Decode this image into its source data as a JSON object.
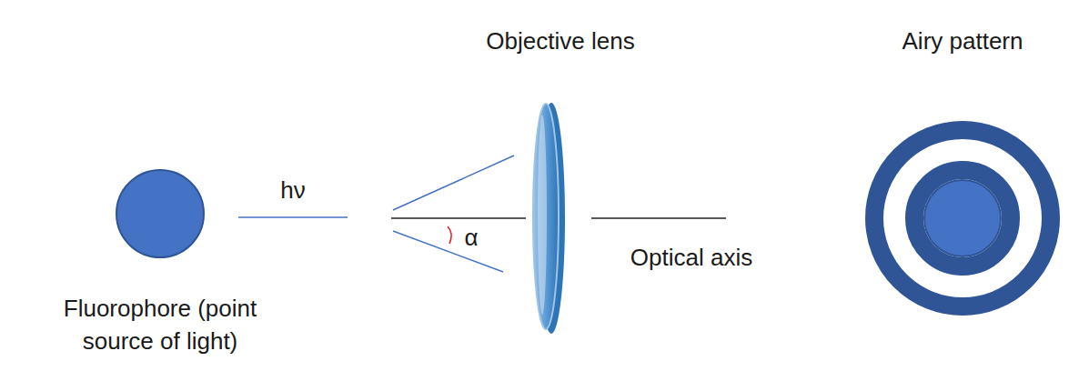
{
  "diagram": {
    "labels": [
      "hν",
      "α",
      "Objective lens",
      "Airy pattern",
      "Optical axis",
      "Fluorophore (point source of light)"
    ]
  }
}
